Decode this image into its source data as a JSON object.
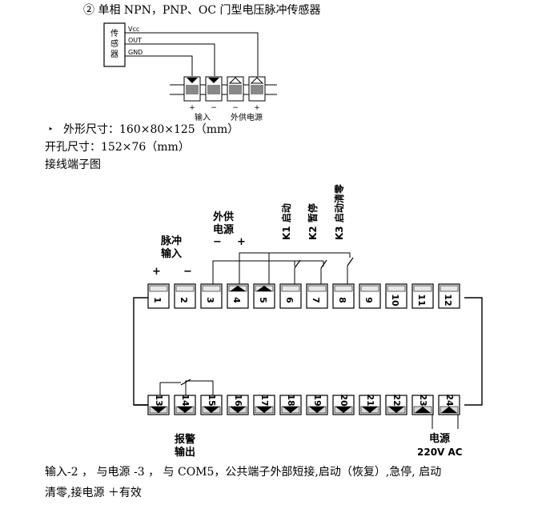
{
  "section_title": "② 单相 NPN，PNP、OC 门型电压脉冲传感器",
  "sensor": {
    "box_label": [
      "传",
      "感",
      "器"
    ],
    "pins": [
      "Vcc",
      "OUT",
      "GND"
    ],
    "term_signs": [
      "+",
      "−",
      "−",
      "+"
    ],
    "caption_input": "输入",
    "caption_supply": "外供电源"
  },
  "bullet": "‣",
  "dims_outer": "外形尺寸：160×80×125（mm）",
  "dims_cutout": "开孔尺寸：152×76（mm）",
  "wiring_title": "接线端子图",
  "terminal_diagram": {
    "top_numbers": [
      "1",
      "2",
      "3",
      "4",
      "5",
      "6",
      "7",
      "8",
      "9",
      "10",
      "11",
      "12"
    ],
    "bottom_numbers": [
      "13",
      "14",
      "15",
      "16",
      "17",
      "18",
      "19",
      "20",
      "21",
      "22",
      "23",
      "24"
    ],
    "pulse_input_label": "脉冲输入",
    "pulse_plus": "+",
    "pulse_minus": "−",
    "supply_label": "外供电源",
    "supply_minus": "−",
    "supply_plus": "+",
    "k1": "K1 启动",
    "k2": "K2 暂停",
    "k3": "K3 启动清零",
    "alarm_output": "报警输出",
    "power_label": "电源",
    "power_voltage": "220V AC"
  },
  "note_line1": "输入-2 ， 与电源 -3 ， 与 COM5，公共端子外部短接,启动（恢复）,急停, 启动",
  "note_line2": "清零,接电源 ＋有效"
}
